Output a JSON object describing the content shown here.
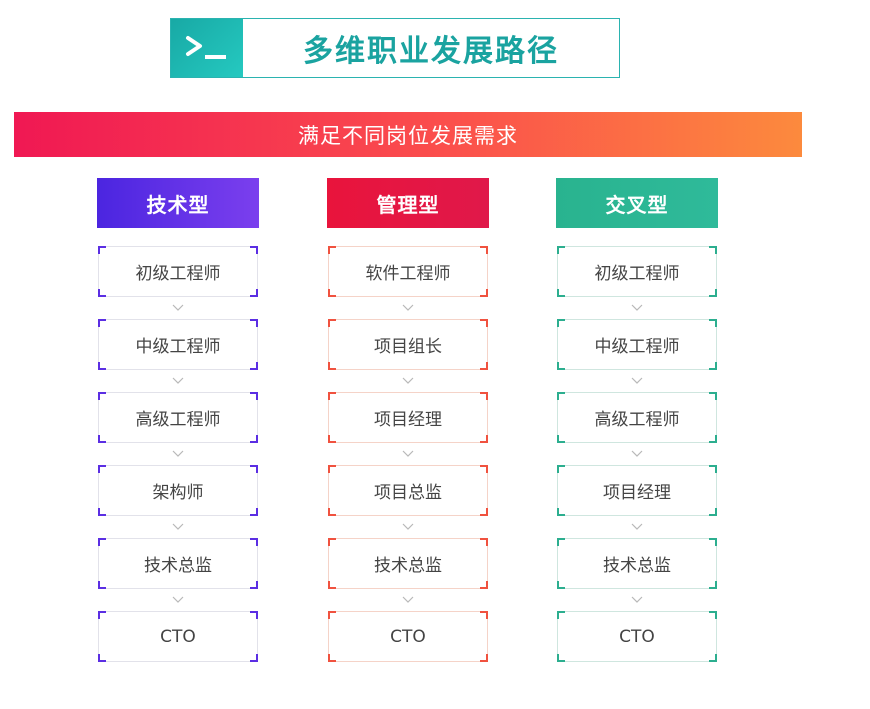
{
  "header": {
    "icon": "terminal-prompt-icon",
    "title": "多维职业发展路径",
    "accent_color": "#1aa3a0"
  },
  "banner": {
    "text": "满足不同岗位发展需求"
  },
  "columns": [
    {
      "key": "tech",
      "title": "技术型",
      "color": "#5b2ee3",
      "steps": [
        "初级工程师",
        "中级工程师",
        "高级工程师",
        "架构师",
        "技术总监",
        "CTO"
      ]
    },
    {
      "key": "mgmt",
      "title": "管理型",
      "color": "#e9143c",
      "steps": [
        "软件工程师",
        "项目组长",
        "项目经理",
        "项目总监",
        "技术总监",
        "CTO"
      ]
    },
    {
      "key": "cross",
      "title": "交叉型",
      "color": "#2cae8f",
      "steps": [
        "初级工程师",
        "中级工程师",
        "高级工程师",
        "项目经理",
        "技术总监",
        "CTO"
      ]
    }
  ]
}
